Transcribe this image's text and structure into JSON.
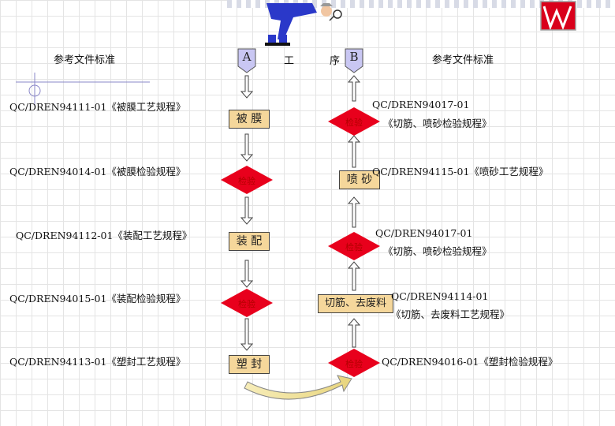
{
  "headers": {
    "left_ref": "参考文件标准",
    "right_ref": "参考文件标准",
    "col_a": "A",
    "col_b": "B",
    "process": "工",
    "sequence": "序"
  },
  "left_standards": [
    "QC/DREN94111-01《被膜工艺规程》",
    "QC/DREN94014-01《被膜检验规程》",
    "QC/DREN94112-01《装配工艺规程》",
    "QC/DREN94015-01《装配检验规程》",
    "QC/DREN94113-01《塑封工艺规程》"
  ],
  "right_standards": [
    {
      "line1": "QC/DREN94017-01",
      "line2": "《切筋、喷砂检验规程》"
    },
    {
      "line1": "QC/DREN94115-01《喷砂工艺规程》",
      "line2": ""
    },
    {
      "line1": "QC/DREN94017-01",
      "line2": "《切筋、喷砂检验规程》"
    },
    {
      "line1": "QC/DREN94114-01",
      "line2": "《切筋、去废料工艺规程》"
    },
    {
      "line1": "QC/DREN94016-01《塑封检验规程》",
      "line2": ""
    }
  ],
  "column_a": {
    "process_1": "被 膜",
    "inspect_1": "检验",
    "process_2": "装 配",
    "inspect_2": "检验",
    "process_3": "塑 封"
  },
  "column_b": {
    "inspect_top": "检验",
    "process_sandblast": "喷 砂",
    "inspect_mid": "检验",
    "process_trim": "切筋、去废料",
    "inspect_bottom": "检验"
  },
  "colors": {
    "process_box": "#f5d79b",
    "diamond": "#e8001c",
    "diamond_label": "#b30000",
    "arrow_fill": "#ffffff",
    "pentagon": "#c9c7f3",
    "curve_arrow": "#f2e5a3",
    "logo": "#d9001b"
  },
  "icons": {
    "illustration": "person-bending-magnifier-icon",
    "logo": "red-w-logo-icon"
  }
}
